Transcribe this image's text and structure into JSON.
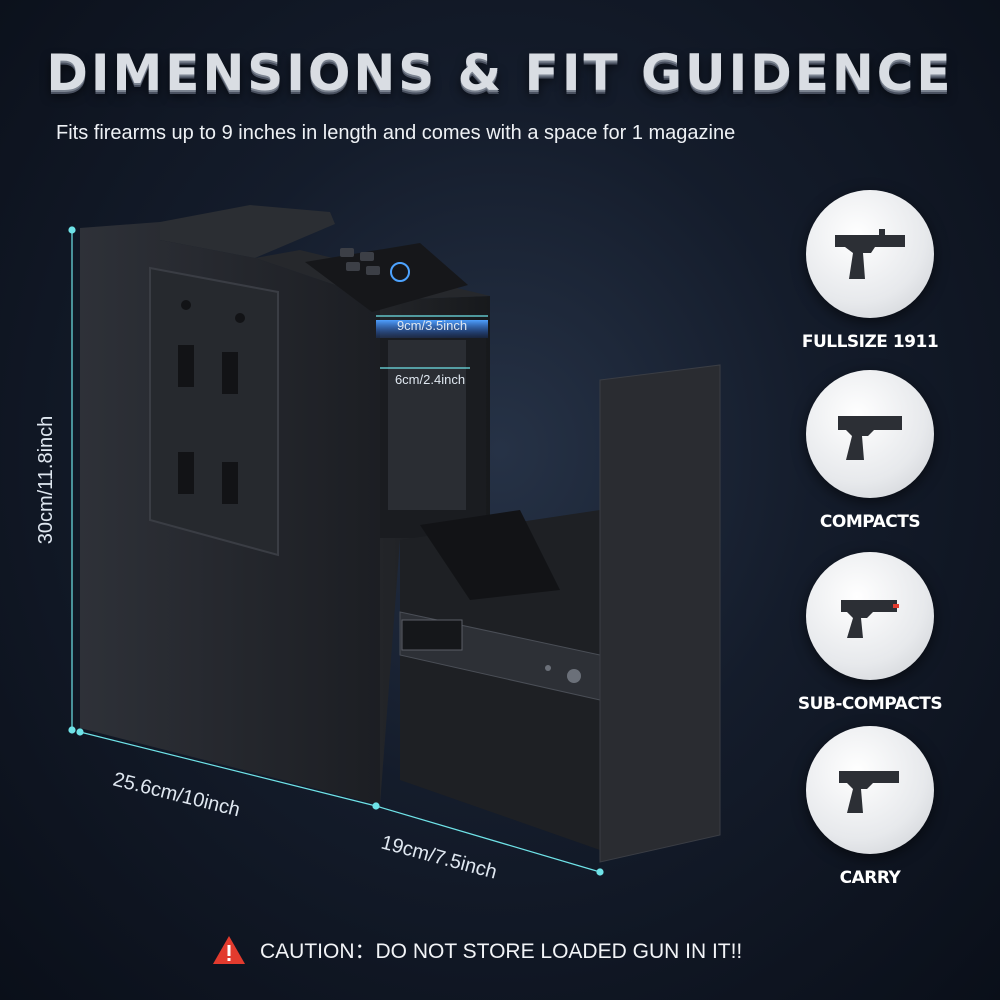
{
  "header": {
    "title": "DIMENSIONS & FIT GUIDENCE",
    "subtitle": "Fits firearms up to 9 inches in length and comes with a space for 1 magazine"
  },
  "dimensions": {
    "height": "30cm/11.8inch",
    "depth": "25.6cm/10inch",
    "drawer_length": "19cm/7.5inch",
    "opening_width": "9cm/3.5inch",
    "magazine_width": "6cm/2.4inch"
  },
  "fits": [
    {
      "label": "FULLSIZE 1911",
      "icon": "fullsize-pistol-icon"
    },
    {
      "label": "COMPACTS",
      "icon": "compact-pistol-icon"
    },
    {
      "label": "SUB-COMPACTS",
      "icon": "subcompact-pistol-icon"
    },
    {
      "label": "CARRY",
      "icon": "carry-pistol-icon"
    }
  ],
  "caution": {
    "icon": "warning-icon",
    "text": "CAUTION：DO NOT STORE LOADED GUN IN IT!!"
  },
  "colors": {
    "dimension_line": "#6fe3e8",
    "led_glow": "#3a8bff",
    "warning": "#e23b2e"
  }
}
